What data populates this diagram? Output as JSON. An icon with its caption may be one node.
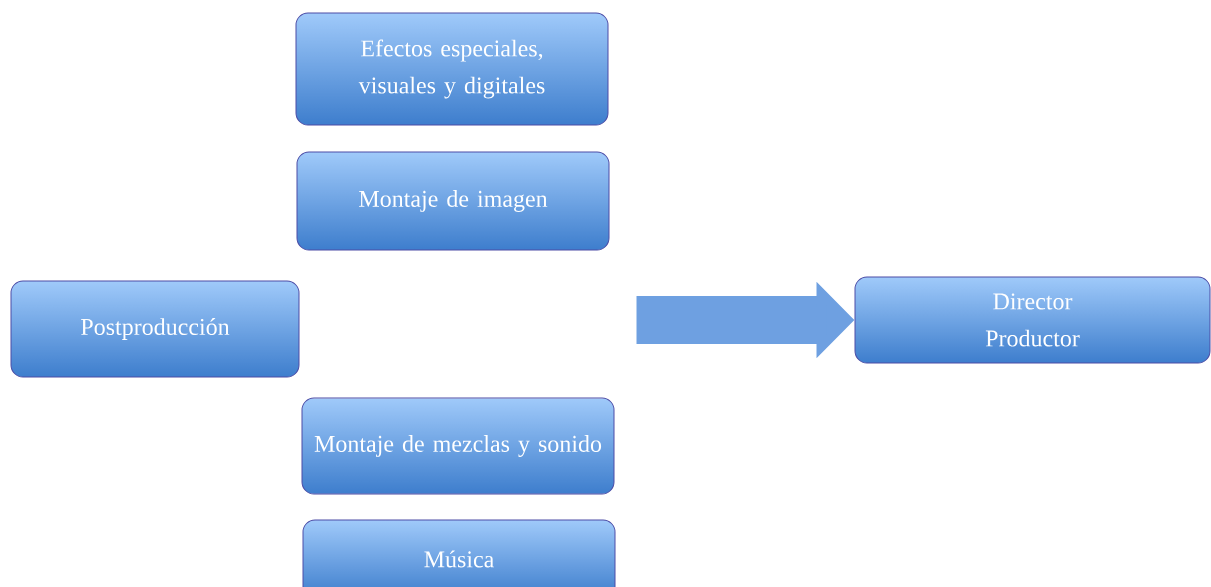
{
  "diagram": {
    "nodes": [
      {
        "text": [
          "Postproducción"
        ]
      },
      {
        "text": [
          "Efectos especiales, visuales y digitales"
        ]
      },
      {
        "text": [
          "Montaje de imagen"
        ]
      },
      {
        "text": [
          "Montaje de mezclas y sonido"
        ]
      },
      {
        "text": [
          "Música"
        ]
      },
      {
        "text": [
          "Director Productor"
        ]
      }
    ],
    "edges": [
      {
        "from": null,
        "to": 5,
        "arrow": "to"
      }
    ]
  }
}
